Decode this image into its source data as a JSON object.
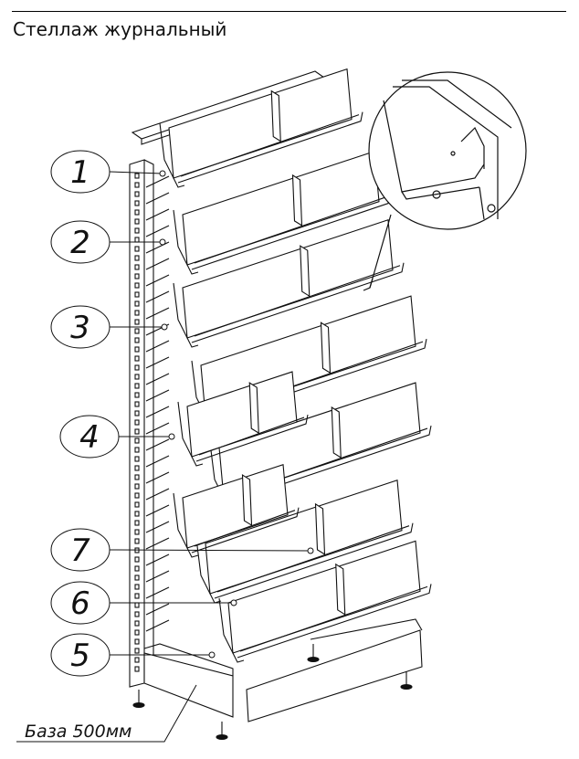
{
  "title": "Стеллаж журнальный",
  "callouts": [
    {
      "number": "1"
    },
    {
      "number": "2"
    },
    {
      "number": "3"
    },
    {
      "number": "4"
    },
    {
      "number": "7"
    },
    {
      "number": "6"
    },
    {
      "number": "5"
    }
  ],
  "base_label": "База 500мм"
}
